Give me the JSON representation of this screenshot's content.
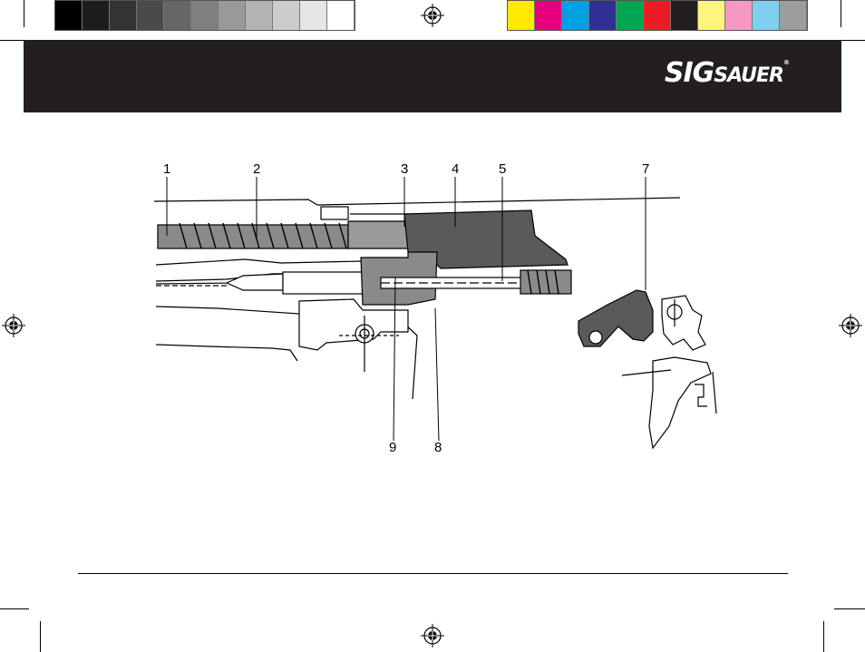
{
  "brand": {
    "logo_part1": "SIG",
    "logo_part2": "SAUER",
    "logo_mark": "®",
    "header_color": "#231f20"
  },
  "color_bar": {
    "greys": [
      "#000000",
      "#1c1c1c",
      "#333333",
      "#4a4a4a",
      "#666666",
      "#808080",
      "#999999",
      "#b3b3b3",
      "#cccccc",
      "#e6e6e6",
      "#ffffff"
    ],
    "colors": [
      "#ffea00",
      "#e6007e",
      "#00a0e3",
      "#2e3192",
      "#00a651",
      "#ed1c24",
      "#231f20",
      "#fff47f",
      "#f49ac1",
      "#7fd0f0",
      "#9d9d9c"
    ]
  },
  "figure": {
    "callouts": [
      "1",
      "2",
      "3",
      "4",
      "5",
      "7",
      "9",
      "8"
    ],
    "shade_color": "#5a5a5a"
  }
}
